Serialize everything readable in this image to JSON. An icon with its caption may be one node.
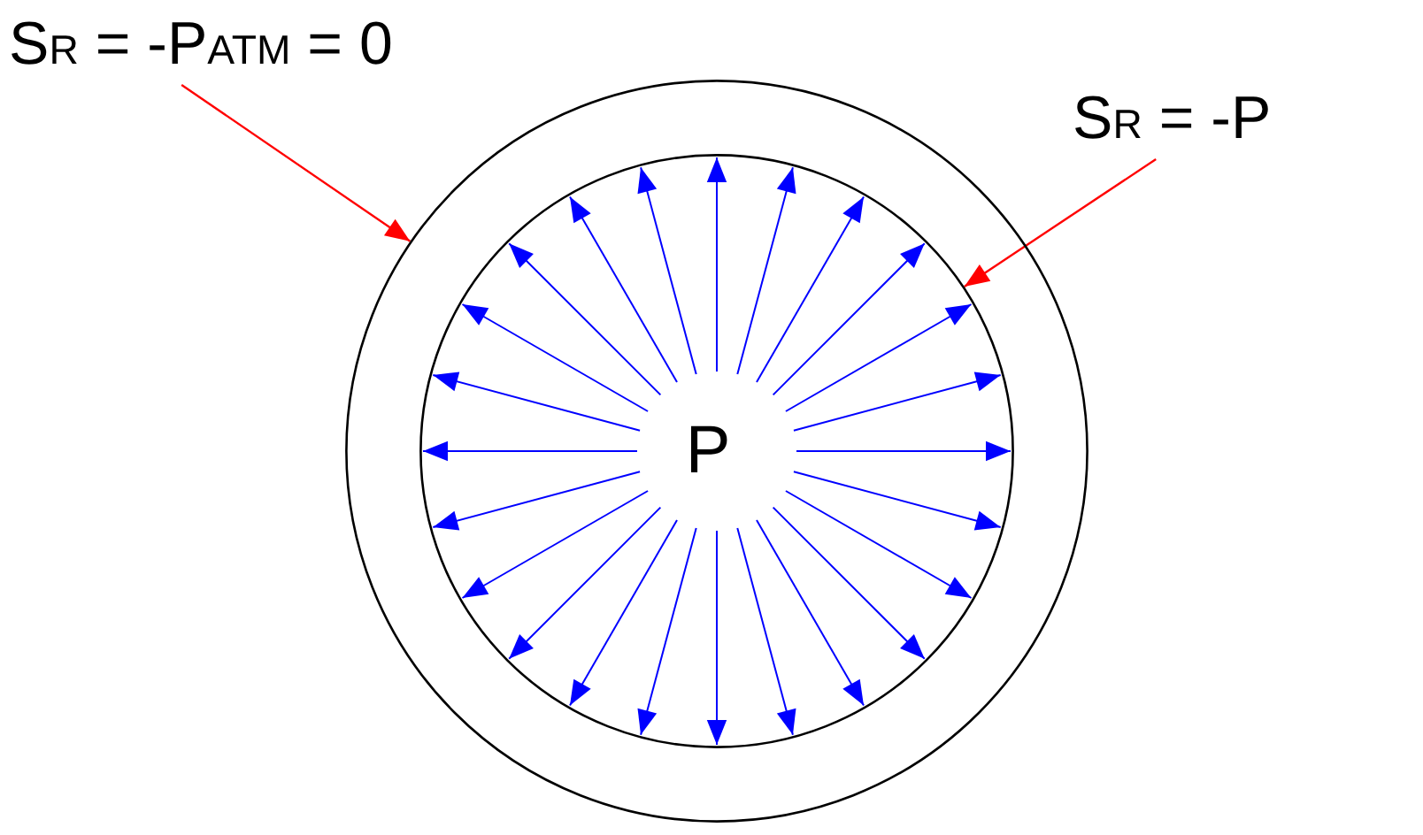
{
  "diagram": {
    "nodes": [
      {
        "text": [
          "S$_{R}$ = -P$_{ATM}$ = 0"
        ]
      },
      {
        "text": [],
        "shape": "circle"
      },
      {
        "text": [],
        "shape": "circle",
        "in": 1
      },
      {
        "text": [
          "S$_{R}$ = -P"
        ]
      }
    ],
    "edges": [
      {
        "from": 0,
        "to": 1,
        "arrow": "to",
        "color": "#ff0000"
      },
      {
        "from": 3,
        "to": 2,
        "arrow": "to",
        "color": "#ff0000"
      }
    ],
    "labels": [
      "P"
    ]
  }
}
